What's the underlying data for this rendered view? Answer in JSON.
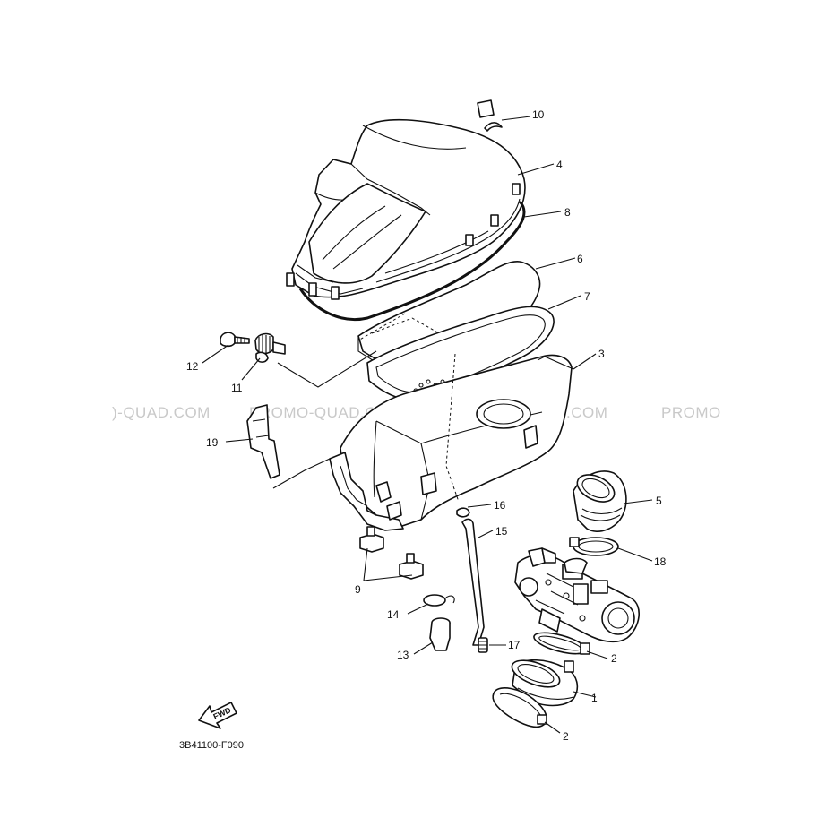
{
  "watermark": {
    "texts": [
      ")-QUAD.COM",
      "PROMO-QUAD.COM",
      "PROMO-QUAD.COM",
      "PROMO"
    ]
  },
  "callouts": [
    "10",
    "4",
    "8",
    "6",
    "7",
    "3",
    "12",
    "11",
    "19",
    "5",
    "16",
    "15",
    "18",
    "9",
    "14",
    "13",
    "17",
    "2",
    "1",
    "2"
  ],
  "fwd_label": "FWD",
  "diagram_code": "3B41100-F090"
}
